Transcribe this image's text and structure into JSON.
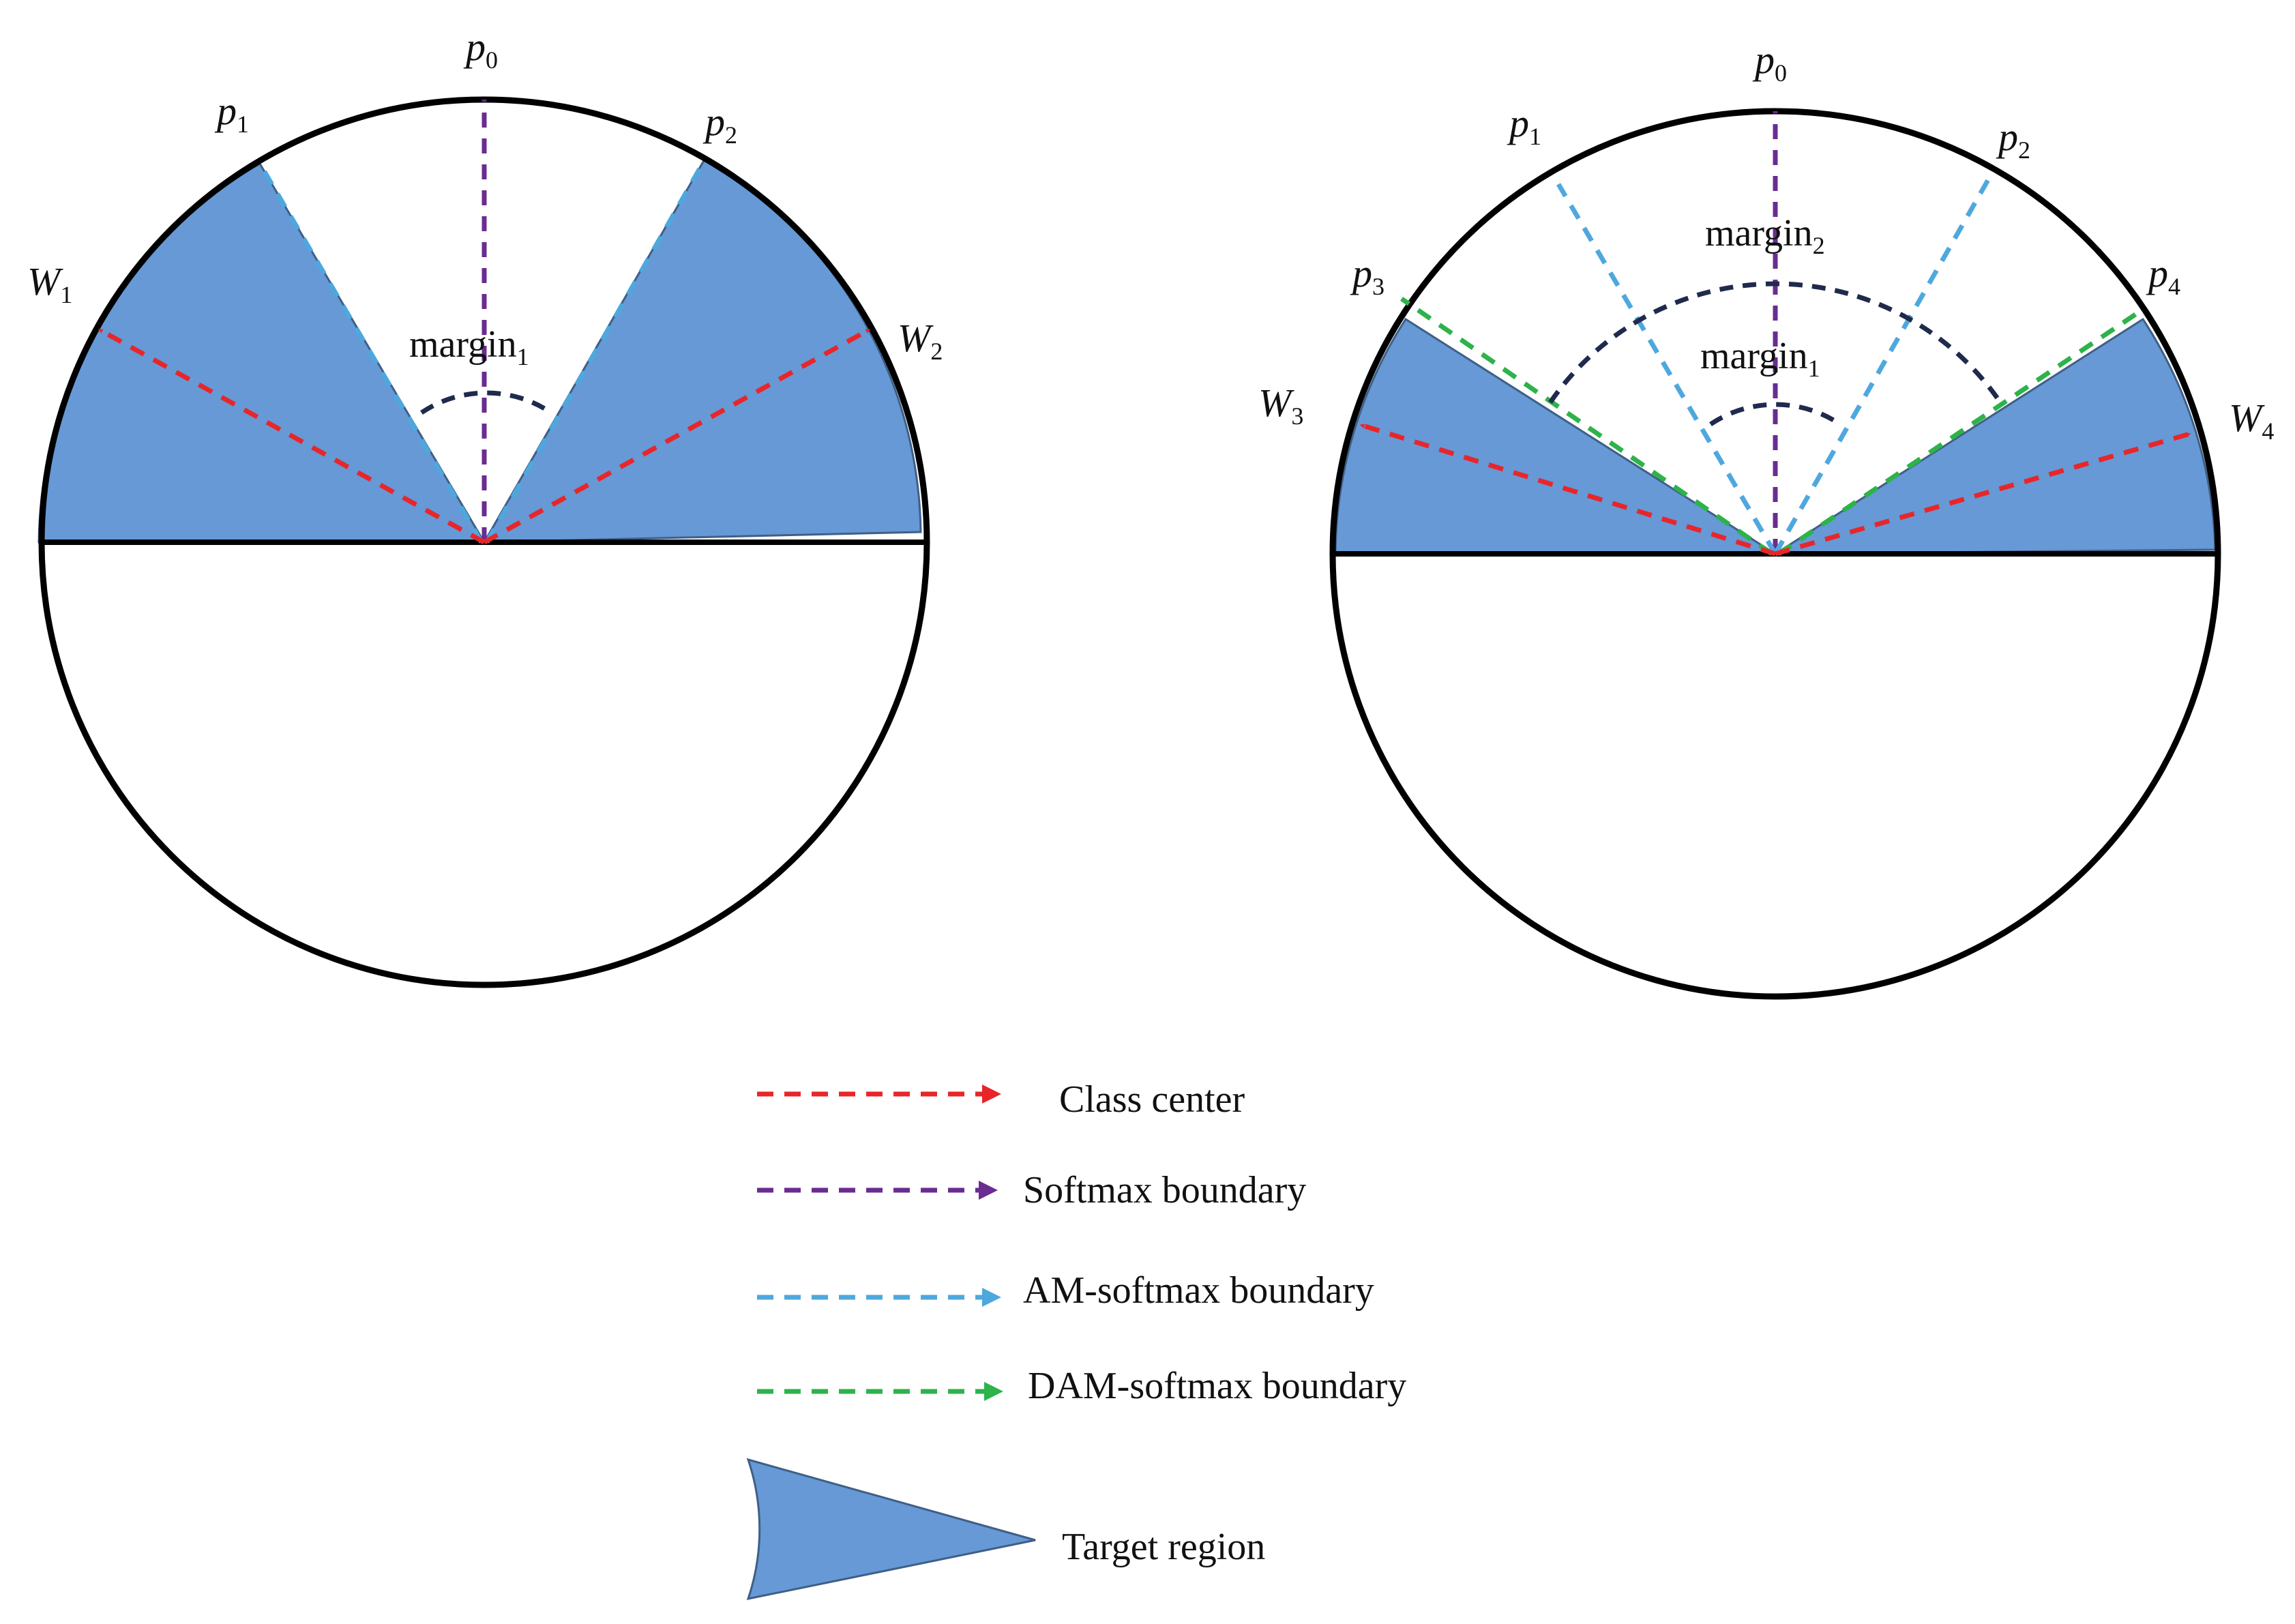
{
  "colors": {
    "class_center": "#e8262a",
    "softmax": "#6a2c91",
    "am_softmax": "#4ea8de",
    "dam_softmax": "#2db34a",
    "target_fill": "#6699d6",
    "target_stroke": "#3f5f86",
    "margin_arc": "#1f2a4d",
    "circle": "#000000"
  },
  "left": {
    "p0": {
      "base": "p",
      "sub": "0"
    },
    "p1": {
      "base": "p",
      "sub": "1"
    },
    "p2": {
      "base": "p",
      "sub": "2"
    },
    "w1": {
      "base": "W",
      "sub": "1"
    },
    "w2": {
      "base": "W",
      "sub": "2"
    },
    "margin1": {
      "base": "margin",
      "sub": "1"
    }
  },
  "right": {
    "p0": {
      "base": "p",
      "sub": "0"
    },
    "p1": {
      "base": "p",
      "sub": "1"
    },
    "p2": {
      "base": "p",
      "sub": "2"
    },
    "p3": {
      "base": "p",
      "sub": "3"
    },
    "p4": {
      "base": "p",
      "sub": "4"
    },
    "w3": {
      "base": "W",
      "sub": "3"
    },
    "w4": {
      "base": "W",
      "sub": "4"
    },
    "margin1": {
      "base": "margin",
      "sub": "1"
    },
    "margin2": {
      "base": "margin",
      "sub": "2"
    }
  },
  "legend": {
    "class_center": "Class center",
    "softmax": "Softmax boundary",
    "am_softmax": "AM-softmax boundary",
    "dam_softmax": "DAM-softmax boundary",
    "target_region": "Target region"
  }
}
